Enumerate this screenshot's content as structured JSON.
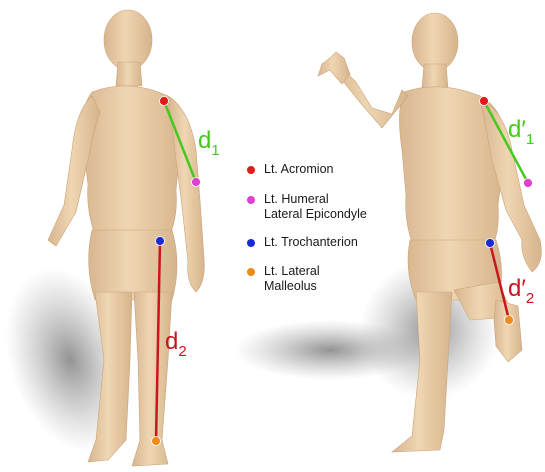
{
  "legend": [
    {
      "label": "Lt. Acromion",
      "color": "#e01b1b"
    },
    {
      "label": "Lt. Humeral\nLateral Epicondyle",
      "color": "#e040d0"
    },
    {
      "label": "Lt. Trochanterion",
      "color": "#1a2bd6"
    },
    {
      "label": "Lt. Lateral\nMalleolus",
      "color": "#ee8a1a"
    }
  ],
  "left_figure": {
    "d1": {
      "main": "d",
      "sub": "1",
      "color": "#46c81e"
    },
    "d2": {
      "main": "d",
      "sub": "2",
      "color": "#c8161e"
    }
  },
  "right_figure": {
    "d1": {
      "main": "d′",
      "sub": "1",
      "color": "#46c81e"
    },
    "d2": {
      "main": "d′",
      "sub": "2",
      "color": "#c8161e"
    }
  },
  "colors": {
    "skin": "#e9cfa9",
    "skin_shade": "#d4b38c",
    "shadow": "#8d8d8d"
  }
}
